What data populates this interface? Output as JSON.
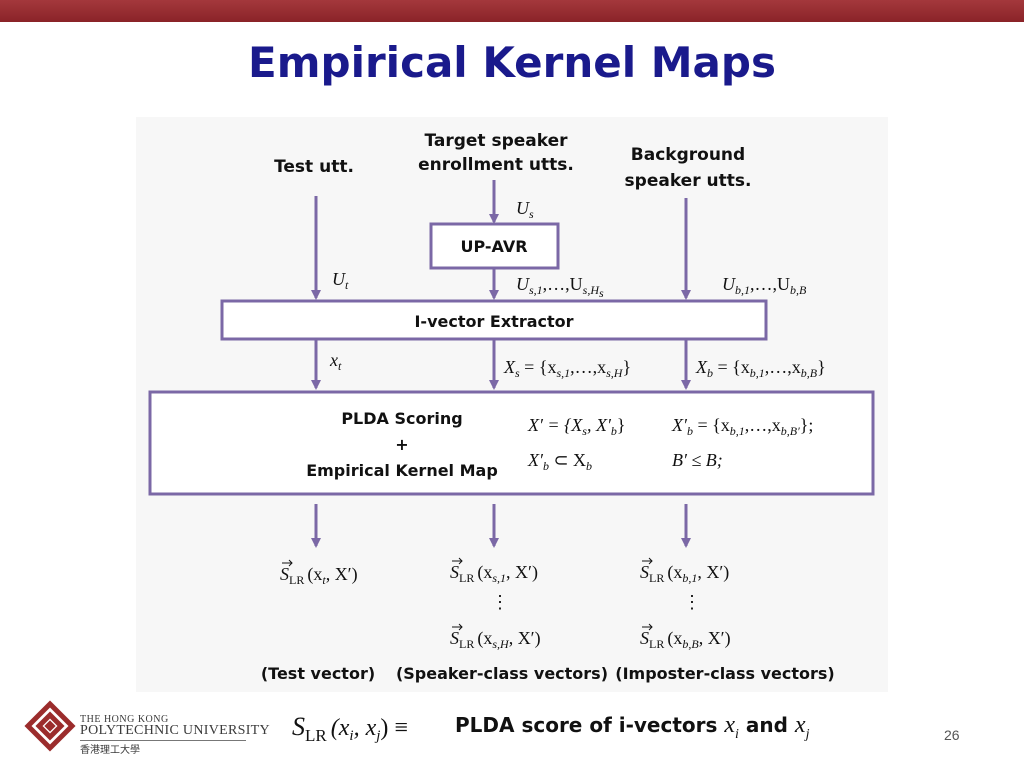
{
  "slide": {
    "title": "Empirical Kernel Maps",
    "page_number": "26"
  },
  "inputs": {
    "test": "Test utt.",
    "target_line1": "Target speaker",
    "target_line2": "enrollment utts.",
    "background_line1": "Background",
    "background_line2": "speaker utts."
  },
  "boxes": {
    "upavr": "UP-AVR",
    "extractor": "I-vector Extractor",
    "plda_line1": "PLDA Scoring",
    "plda_line2": "+",
    "plda_line3": "Empirical Kernel Map"
  },
  "math": {
    "Us": "U",
    "Us_sub": "s",
    "Ut": "U",
    "Ut_sub": "t",
    "Us_list": "U",
    "Us_list_sub1": "s,1",
    "Us_list_mid": ",…,U",
    "Us_list_sub2": "s,H",
    "Us_list_sub2b": "s",
    "Ub_list": "U",
    "Ub_list_sub1": "b,1",
    "Ub_list_mid": ",…,U",
    "Ub_list_sub2": "b,B",
    "xt": "x",
    "xt_sub": "t",
    "Xs_def": "X",
    "Xs_def_sub": "s",
    "Xs_def_rhs": " = {x",
    "Xs_def_rhs_sub1": "s,1",
    "Xs_def_rhs_mid": ",…,x",
    "Xs_def_rhs_sub2": "s,H",
    "Xs_def_rhs_end": "}",
    "Xb_def": "X",
    "Xb_def_sub": "b",
    "Xb_def_rhs": " = {x",
    "Xb_def_rhs_sub1": "b,1",
    "Xb_def_rhs_mid": ",…,x",
    "Xb_def_rhs_sub2": "b,B",
    "Xb_def_rhs_end": "}",
    "Xprime_def": "X′ = {X",
    "Xprime_def_sub1": "s",
    "Xprime_def_mid": ", X′",
    "Xprime_def_sub2": "b",
    "Xprime_def_end": "}",
    "Xbprime_def": "X′",
    "Xbprime_def_sub": "b",
    "Xbprime_def_rhs": " = {x",
    "Xbprime_def_rhs_sub1": "b,1",
    "Xbprime_def_rhs_mid": ",…,x",
    "Xbprime_def_rhs_sub2": "b,B′",
    "Xbprime_def_rhs_end": "};",
    "subset": "X′",
    "subset_sub": "b",
    "subset_rhs": " ⊂ X",
    "subset_rhs_sub": "b",
    "bprime": "B′ ≤ B;",
    "S": "S",
    "LR": "LR",
    "o_test": "(x",
    "o_test_sub": "t",
    "o_test_end": ", X′)",
    "o_s1": "(x",
    "o_s1_sub": "s,1",
    "o_s1_end": ", X′)",
    "o_sH": "(x",
    "o_sH_sub": "s,H",
    "o_sH_end": ", X′)",
    "o_b1": "(x",
    "o_b1_sub": "b,1",
    "o_b1_end": ", X′)",
    "o_bB": "(x",
    "o_bB_sub": "b,B",
    "o_bB_end": ", X′)",
    "vdots": "⋮"
  },
  "outputs": {
    "test_vector": "(Test vector)",
    "speaker_vectors": "(Speaker-class vectors)",
    "imposter_vectors": "(Imposter-class vectors)"
  },
  "footer": {
    "S": "S",
    "S_sub": "LR",
    "args": "(x",
    "args_i": "i",
    "args_mid": ", x",
    "args_j": "j",
    "args_end": ") ≡",
    "text_before": "PLDA score of i-vectors ",
    "xi": "x",
    "xi_sub": "i",
    "and_text": " and ",
    "xj": "x",
    "xj_sub": "j"
  },
  "university": {
    "line1": "THE HONG KONG",
    "line2": "POLYTECHNIC UNIVERSITY",
    "line3": "香港理工大學"
  },
  "colors": {
    "arrow": "#7b68a6",
    "title": "#1a1a8c",
    "topbar": "#9b3034",
    "logo": "#9b2c2c"
  }
}
